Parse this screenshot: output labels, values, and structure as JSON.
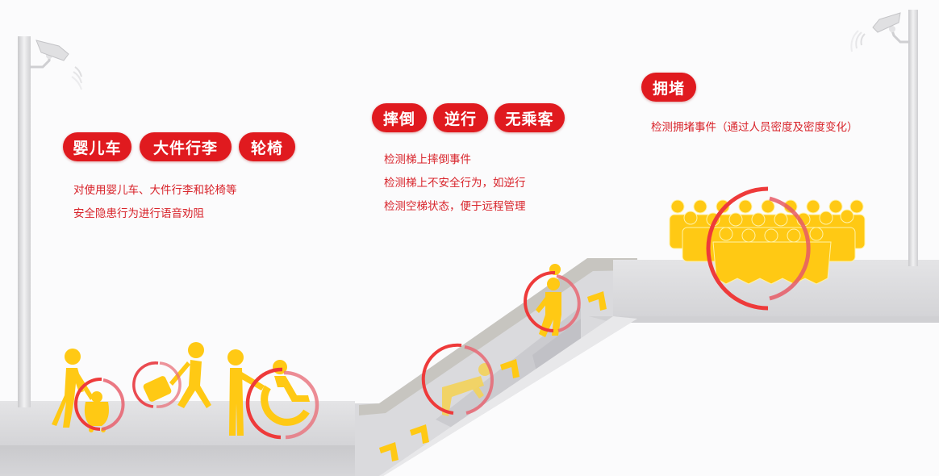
{
  "colors": {
    "accent_red": "#e01a1f",
    "desc_red": "#d8232a",
    "figure_yellow": "#ffc914",
    "ring_red": "#e64a55",
    "floor_gray": "#d9d9dc",
    "pole_gray": "#dcdcde"
  },
  "sections": [
    {
      "id": "left",
      "tags": [
        {
          "label": "婴儿车"
        },
        {
          "label": "大件行李"
        },
        {
          "label": "轮椅"
        }
      ],
      "description": [
        "对使用婴儿车、大件行李和轮椅等",
        "安全隐患行为进行语音劝阻"
      ],
      "icons": [
        "stroller-person-icon",
        "luggage-person-icon",
        "wheelchair-person-icon"
      ]
    },
    {
      "id": "middle",
      "tags": [
        {
          "label": "摔倒"
        },
        {
          "label": "逆行"
        },
        {
          "label": "无乘客"
        }
      ],
      "description": [
        "检测梯上摔倒事件",
        "检测梯上不安全行为，如逆行",
        "检测空梯状态，便于远程管理"
      ],
      "icons": [
        "fallen-person-icon",
        "reverse-walking-person-icon",
        "direction-chevron-icon"
      ]
    },
    {
      "id": "right",
      "tags": [
        {
          "label": "拥堵"
        }
      ],
      "description": [
        "检测拥堵事件（通过人员密度及密度变化）"
      ],
      "icons": [
        "crowd-icon"
      ]
    }
  ],
  "cameras": [
    {
      "position": "left",
      "icon": "surveillance-camera-icon"
    },
    {
      "position": "right",
      "icon": "surveillance-camera-icon"
    }
  ]
}
